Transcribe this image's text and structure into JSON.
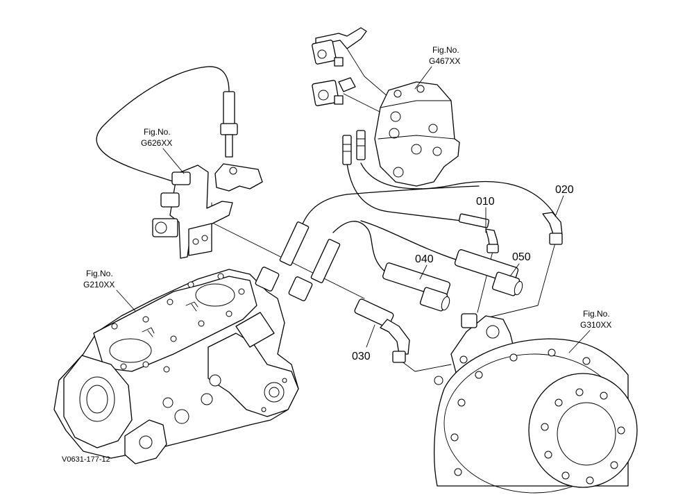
{
  "figure_refs": {
    "g467": {
      "line1": "Fig.No.",
      "line2": "G467XX"
    },
    "g626": {
      "line1": "Fig.No.",
      "line2": "G626XX"
    },
    "g210": {
      "line1": "Fig.No.",
      "line2": "G210XX"
    },
    "g310": {
      "line1": "Fig.No.",
      "line2": "G310XX"
    }
  },
  "part_numbers": {
    "p010": "010",
    "p020": "020",
    "p030": "030",
    "p040": "040",
    "p050": "050"
  },
  "drawing_code": "V0631-177-12"
}
